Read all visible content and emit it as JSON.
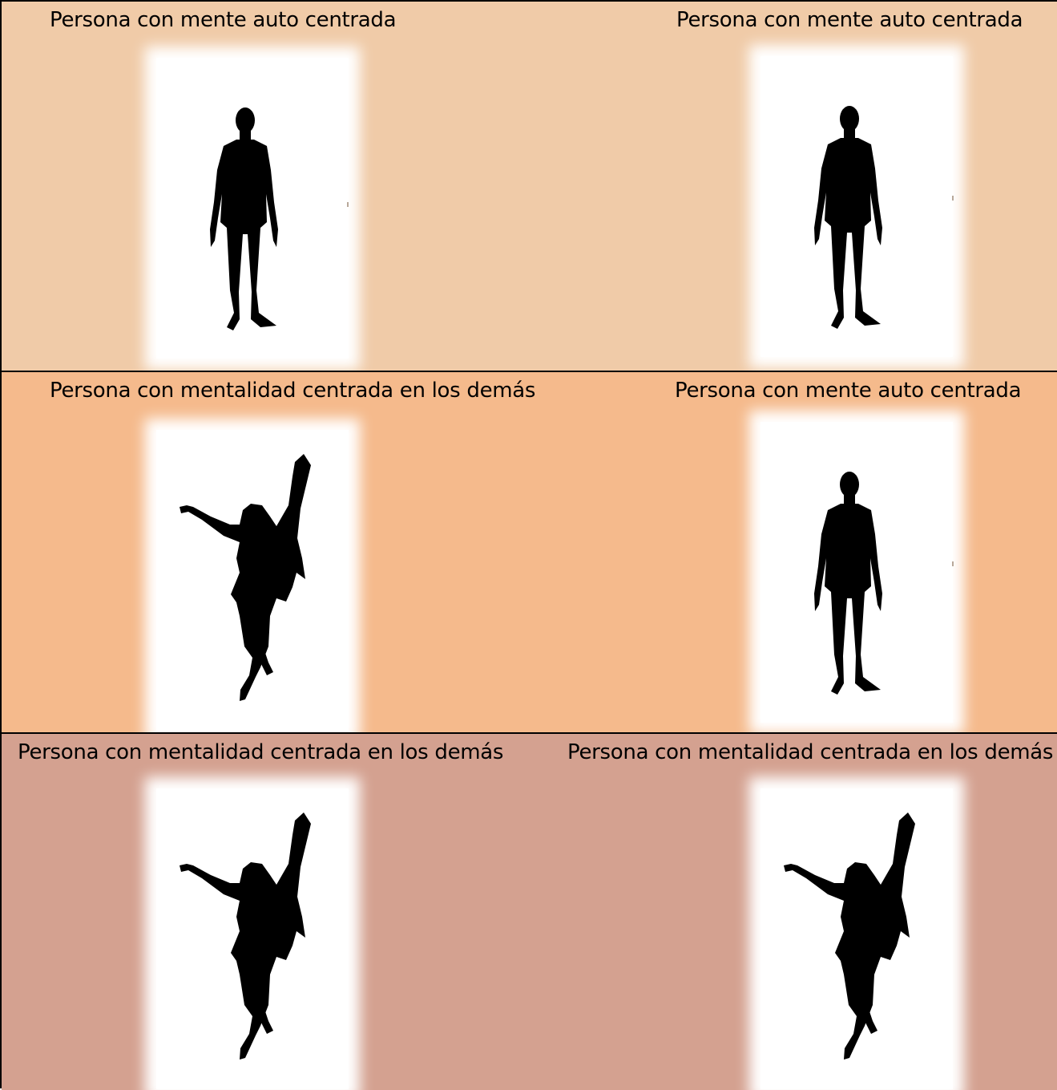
{
  "colors": {
    "row_0_background": "#f0cba8",
    "row_1_background": "#f5ba8c",
    "row_2_background": "#d4a190",
    "silhouette": "#000000",
    "border": "#000000"
  },
  "rows": [
    {
      "left": {
        "label": "Persona con mente auto centrada",
        "figure": "standing-man-silhouette"
      },
      "right": {
        "label": "Persona con mente auto centrada",
        "figure": "standing-man-silhouette"
      }
    },
    {
      "left": {
        "label": "Persona con mentalidad centrada en los demás",
        "figure": "reaching-woman-silhouette"
      },
      "right": {
        "label": "Persona con mente auto centrada",
        "figure": "standing-man-silhouette"
      }
    },
    {
      "left": {
        "label": "Persona con mentalidad centrada en los demás",
        "figure": "reaching-woman-silhouette"
      },
      "right": {
        "label": "Persona con mentalidad centrada en los demás",
        "figure": "reaching-woman-silhouette"
      }
    }
  ]
}
